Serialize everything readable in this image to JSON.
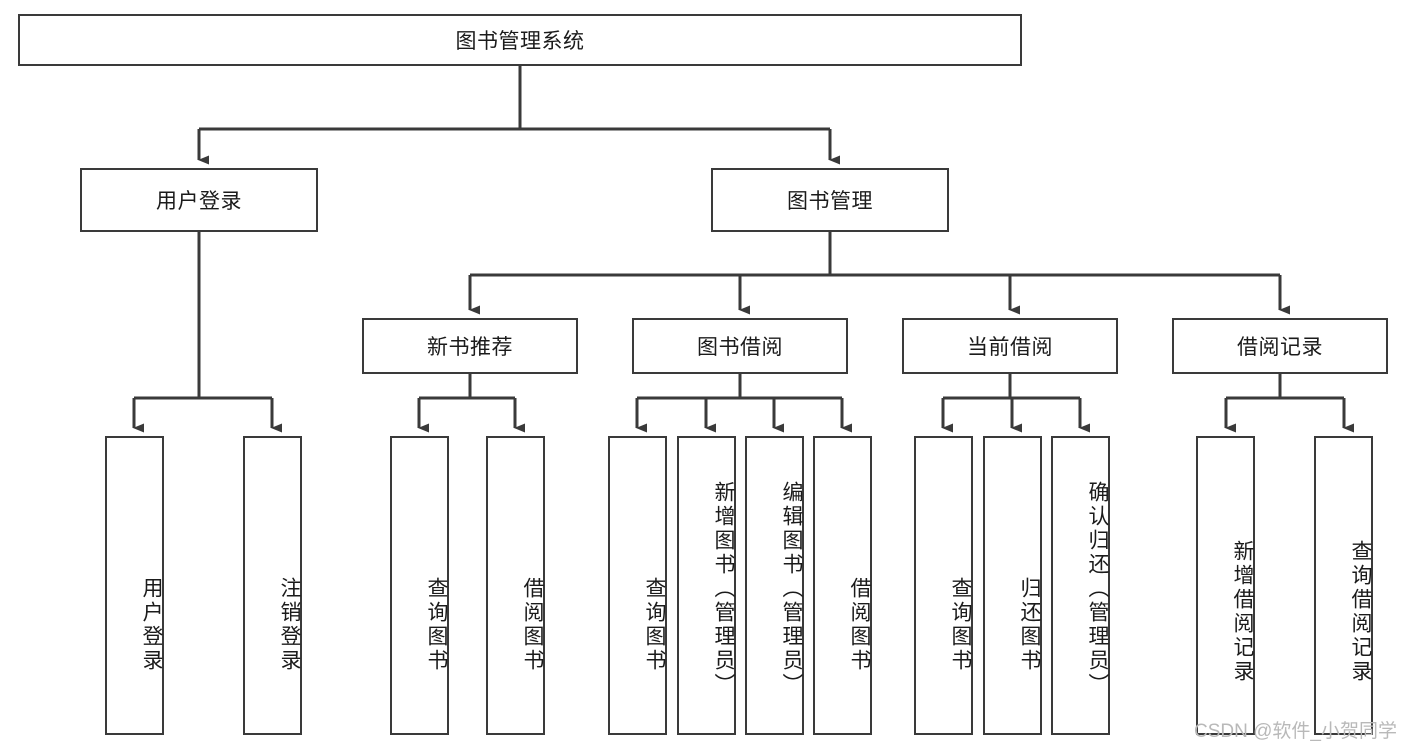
{
  "diagram": {
    "title": "图书管理系统",
    "watermark": "CSDN @软件_小贺同学",
    "levels": {
      "root": {
        "label": "图书管理系统"
      },
      "level1": [
        {
          "id": "user-login",
          "label": "用户登录"
        },
        {
          "id": "book-management",
          "label": "图书管理"
        }
      ],
      "level2": [
        {
          "id": "new-book-recommend",
          "label": "新书推荐"
        },
        {
          "id": "book-borrow",
          "label": "图书借阅"
        },
        {
          "id": "current-borrow",
          "label": "当前借阅"
        },
        {
          "id": "borrow-record",
          "label": "借阅记录"
        }
      ],
      "leaves": {
        "user_login": [
          {
            "id": "leaf-user-login",
            "label": "用户登录"
          },
          {
            "id": "leaf-logout-login",
            "label": "注销登录"
          }
        ],
        "new_book_recommend": [
          {
            "id": "leaf-query-book-1",
            "label": "查询图书"
          },
          {
            "id": "leaf-borrow-book-1",
            "label": "借阅图书"
          }
        ],
        "book_borrow": [
          {
            "id": "leaf-query-book-2",
            "label": "查询图书"
          },
          {
            "id": "leaf-add-book",
            "label": "新增图书（管理员）"
          },
          {
            "id": "leaf-edit-book",
            "label": "编辑图书（管理员）"
          },
          {
            "id": "leaf-borrow-book-2",
            "label": "借阅图书"
          }
        ],
        "current_borrow": [
          {
            "id": "leaf-query-book-3",
            "label": "查询图书"
          },
          {
            "id": "leaf-return-book",
            "label": "归还图书"
          },
          {
            "id": "leaf-confirm-return",
            "label": "确认归还（管理员）"
          }
        ],
        "borrow_record": [
          {
            "id": "leaf-add-record",
            "label": "新增借阅记录"
          },
          {
            "id": "leaf-query-record",
            "label": "查询借阅记录"
          }
        ]
      }
    },
    "colors": {
      "stroke": "#3a3a3a",
      "fill": "#ffffff",
      "text": "#1b1b1b",
      "watermark": "#b9b9b9"
    }
  }
}
